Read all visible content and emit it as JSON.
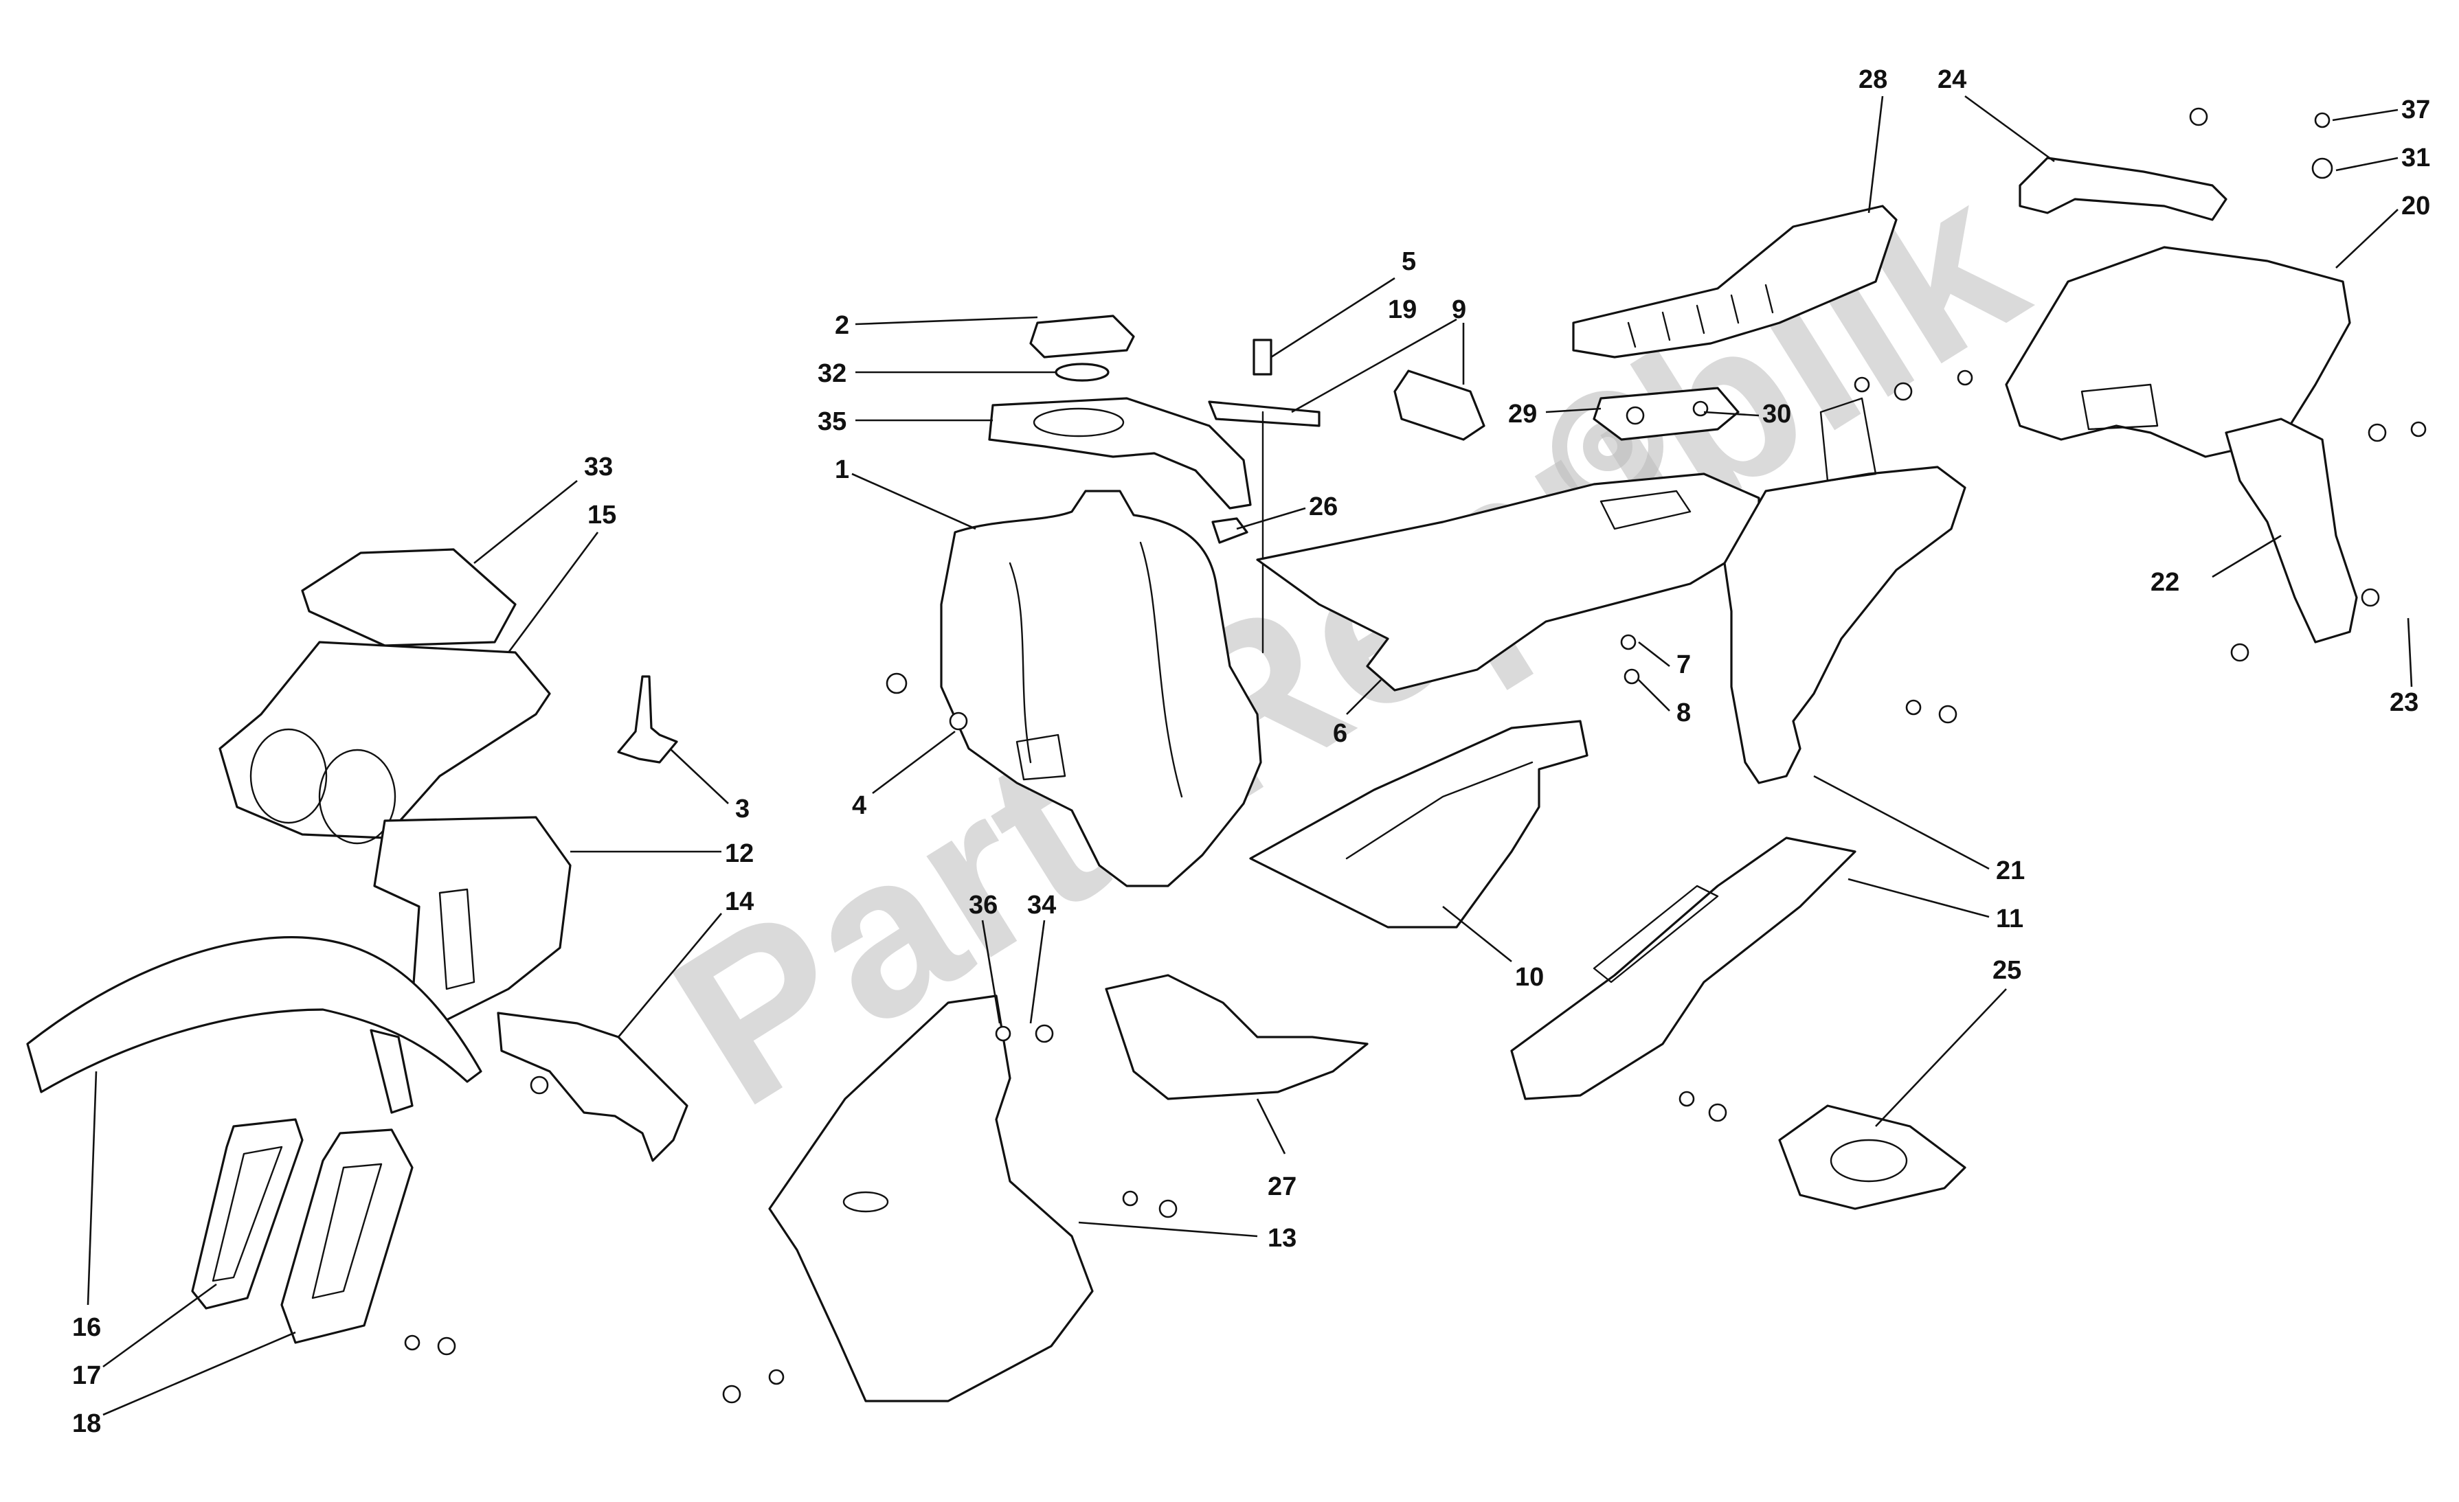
{
  "diagram": {
    "watermark": "PartsRepublik",
    "callouts": [
      {
        "id": "c1",
        "label": "1"
      },
      {
        "id": "c2",
        "label": "2"
      },
      {
        "id": "c3",
        "label": "3"
      },
      {
        "id": "c4",
        "label": "4"
      },
      {
        "id": "c5",
        "label": "5"
      },
      {
        "id": "c6",
        "label": "6"
      },
      {
        "id": "c7",
        "label": "7"
      },
      {
        "id": "c8",
        "label": "8"
      },
      {
        "id": "c9",
        "label": "9"
      },
      {
        "id": "c10",
        "label": "10"
      },
      {
        "id": "c11",
        "label": "11"
      },
      {
        "id": "c12",
        "label": "12"
      },
      {
        "id": "c13",
        "label": "13"
      },
      {
        "id": "c14",
        "label": "14"
      },
      {
        "id": "c15",
        "label": "15"
      },
      {
        "id": "c16",
        "label": "16"
      },
      {
        "id": "c17",
        "label": "17"
      },
      {
        "id": "c18",
        "label": "18"
      },
      {
        "id": "c19",
        "label": "19"
      },
      {
        "id": "c20",
        "label": "20"
      },
      {
        "id": "c21",
        "label": "21"
      },
      {
        "id": "c22",
        "label": "22"
      },
      {
        "id": "c23",
        "label": "23"
      },
      {
        "id": "c24",
        "label": "24"
      },
      {
        "id": "c25",
        "label": "25"
      },
      {
        "id": "c26",
        "label": "26"
      },
      {
        "id": "c27",
        "label": "27"
      },
      {
        "id": "c28",
        "label": "28"
      },
      {
        "id": "c29",
        "label": "29"
      },
      {
        "id": "c30",
        "label": "30"
      },
      {
        "id": "c31",
        "label": "31"
      },
      {
        "id": "c32",
        "label": "32"
      },
      {
        "id": "c33",
        "label": "33"
      },
      {
        "id": "c34",
        "label": "34"
      },
      {
        "id": "c35",
        "label": "35"
      },
      {
        "id": "c36",
        "label": "36"
      },
      {
        "id": "c37",
        "label": "37"
      }
    ]
  }
}
